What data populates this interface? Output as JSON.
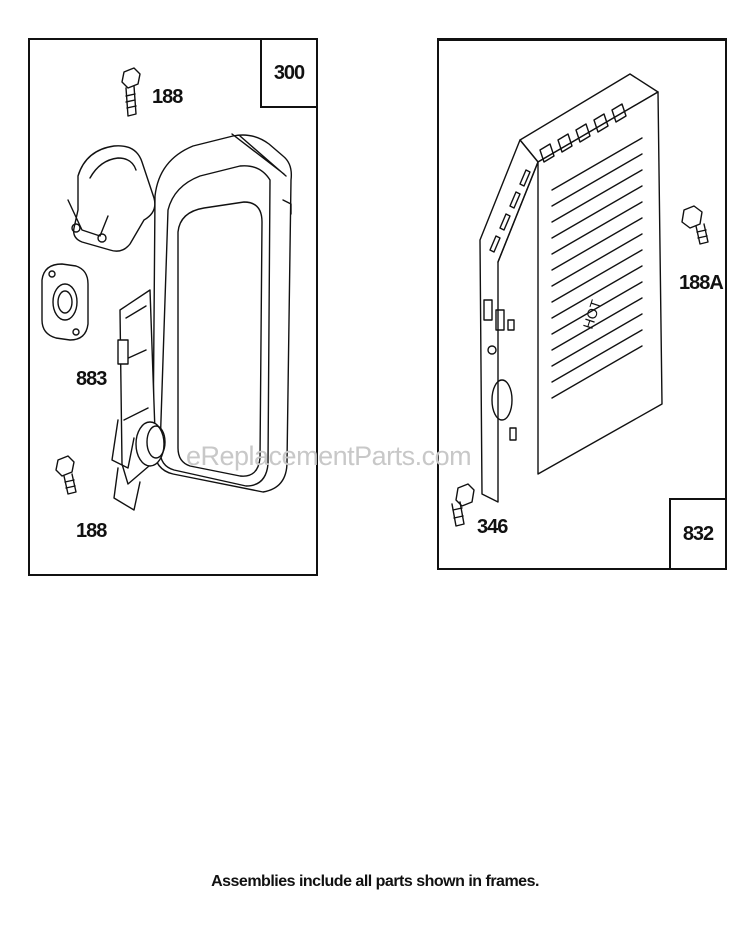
{
  "left_frame": {
    "assembly_number": "300",
    "callouts": {
      "bolt_top": "188",
      "gasket": "883",
      "bolt_bottom": "188"
    }
  },
  "right_frame": {
    "assembly_number": "832",
    "callouts": {
      "screw_right": "188A",
      "screw_bottom": "346"
    },
    "guard_marking": "HOT"
  },
  "watermark": "eReplacementParts.com",
  "footer_note": "Assemblies include all parts shown in frames."
}
